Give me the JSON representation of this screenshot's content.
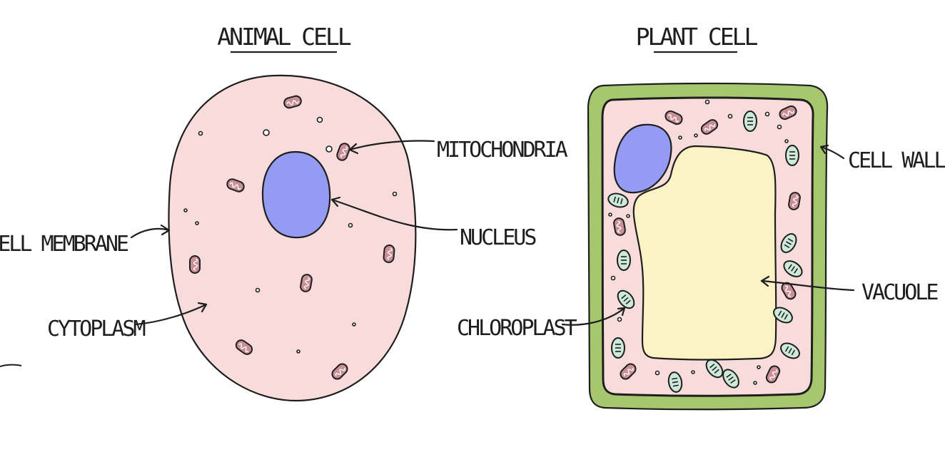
{
  "titles": {
    "animal": "ANIMAL CELL",
    "plant": "PLANT CELL"
  },
  "animal_labels": {
    "mitochondria": "MITOCHONDRIA",
    "nucleus": "NUCLEUS",
    "cell_membrane": "CELL MEMBRANE",
    "cytoplasm": "CYTOPLASM"
  },
  "plant_labels": {
    "cell_wall": "CELL WALL",
    "vacuole": "VACUOLE",
    "chloroplast": "CHLOROPLAST"
  },
  "colors": {
    "cytoplasm": "#f8dcdc",
    "nucleus": "#959bf3",
    "cell_wall": "#a6c76e",
    "vacuole": "#fbf3c3",
    "chloroplast": "#cde9dc",
    "mitochondria": "#c98f97",
    "outline": "#1e1e1e"
  }
}
